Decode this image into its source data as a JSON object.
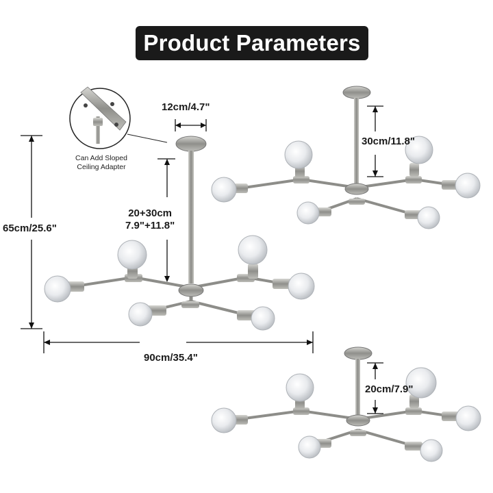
{
  "banner": {
    "title": "Product Parameters"
  },
  "inset": {
    "note_line1": "Can Add Sloped",
    "note_line2": "Ceiling Adapter"
  },
  "dimensions": {
    "canopy_width": "12cm/4.7\"",
    "rod_line1": "20+30cm",
    "rod_line2": "7.9\"+11.8\"",
    "total_height": "65cm/25.6\"",
    "total_width": "90cm/35.4\"",
    "option_long": "30cm/11.8\"",
    "option_short": "20cm/7.9\""
  },
  "colors": {
    "banner_bg": "#1a1a1a",
    "metal": "#9a9a96",
    "dimension_line": "#111111"
  }
}
